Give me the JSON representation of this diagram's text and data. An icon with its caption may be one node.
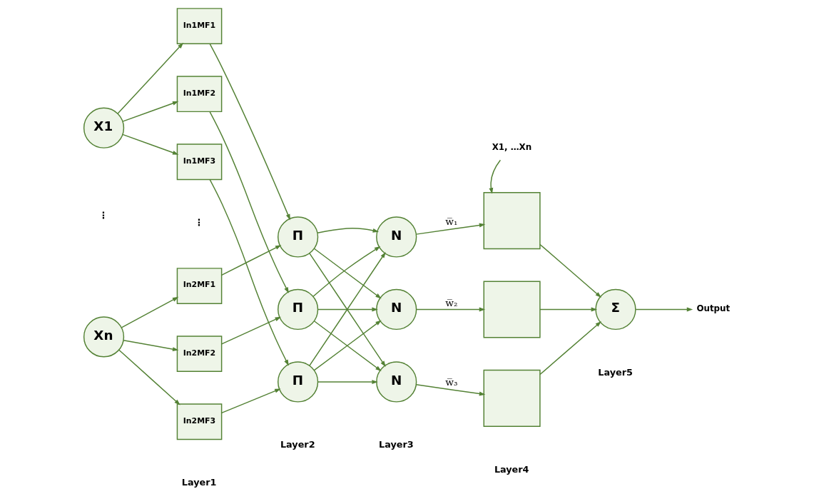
{
  "diagram": {
    "nodes": [
      {
        "text": [
          "X1"
        ]
      },
      {
        "text": [
          "Xn"
        ]
      },
      {
        "text": [
          "In1MF1"
        ]
      },
      {
        "text": [
          "In1MF2"
        ]
      },
      {
        "text": [
          "In1MF3"
        ]
      },
      {
        "text": [
          "In2MF1"
        ]
      },
      {
        "text": [
          "In2MF2"
        ]
      },
      {
        "text": [
          "In2MF3"
        ]
      },
      {
        "text": [
          "Π"
        ]
      },
      {
        "text": [
          "Π"
        ]
      },
      {
        "text": [
          "Π"
        ]
      },
      {
        "text": [
          "N"
        ]
      },
      {
        "text": [
          "N"
        ]
      },
      {
        "text": [
          "N"
        ]
      },
      {
        "text": [
          "X1, …Xn"
        ]
      },
      {
        "text": [],
        "shape": "box"
      },
      {
        "text": [],
        "shape": "box"
      },
      {
        "text": [],
        "shape": "box"
      },
      {
        "text": [
          "Σ"
        ]
      },
      {
        "text": [
          "Output"
        ]
      }
    ],
    "edges": [
      {
        "from": 0,
        "to": 2,
        "arrow": "to"
      },
      {
        "from": 0,
        "to": 3,
        "arrow": "to"
      },
      {
        "from": 0,
        "to": 4,
        "arrow": "to"
      },
      {
        "from": 1,
        "to": 5,
        "arrow": "to"
      },
      {
        "from": 1,
        "to": 6,
        "arrow": "to"
      },
      {
        "from": 1,
        "to": 7,
        "arrow": "to"
      },
      {
        "from": 2,
        "to": 8,
        "arrow": "to"
      },
      {
        "from": 3,
        "to": 9,
        "arrow": "to"
      },
      {
        "from": 4,
        "to": 10,
        "arrow": "to"
      },
      {
        "from": 5,
        "to": 8,
        "arrow": "to"
      },
      {
        "from": 6,
        "to": 9,
        "arrow": "to"
      },
      {
        "from": 7,
        "to": 10,
        "arrow": "to"
      },
      {
        "from": 8,
        "to": 11,
        "arrow": "to"
      },
      {
        "from": 8,
        "to": 12,
        "arrow": "to"
      },
      {
        "from": 8,
        "to": 13,
        "arrow": "to"
      },
      {
        "from": 9,
        "to": 11,
        "arrow": "to"
      },
      {
        "from": 9,
        "to": 12,
        "arrow": "to"
      },
      {
        "from": 9,
        "to": 13,
        "arrow": "to"
      },
      {
        "from": 10,
        "to": 11,
        "arrow": "to"
      },
      {
        "from": 10,
        "to": 12,
        "arrow": "to"
      },
      {
        "from": 10,
        "to": 13,
        "arrow": "to"
      },
      {
        "from": 11,
        "to": 15,
        "arrow": "to",
        "label": "w̅₁"
      },
      {
        "from": 12,
        "to": 16,
        "arrow": "to",
        "label": "w̅₂"
      },
      {
        "from": 13,
        "to": 17,
        "arrow": "to",
        "label": "w̅₃"
      },
      {
        "from": 14,
        "to": 15,
        "arrow": "to"
      },
      {
        "from": 15,
        "to": 18,
        "arrow": "to"
      },
      {
        "from": 16,
        "to": 18,
        "arrow": "to"
      },
      {
        "from": 17,
        "to": 18,
        "arrow": "to"
      },
      {
        "from": 18,
        "to": 19,
        "arrow": "to"
      }
    ],
    "labels": [
      "⋮",
      "⋮",
      "Layer1",
      "Layer2",
      "Layer3",
      "Layer4",
      "Layer5"
    ]
  }
}
